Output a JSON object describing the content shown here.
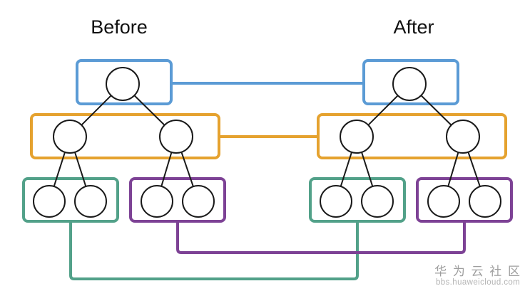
{
  "titles": {
    "before": "Before",
    "after": "After"
  },
  "watermark": {
    "community": "华 为 云 社 区",
    "site": "bbs.huaweicloud.com"
  },
  "colors": {
    "blue": "#5B9BD5",
    "orange": "#E5A22F",
    "teal": "#52A189",
    "purple": "#7D4295",
    "node_stroke": "#1A1A1A",
    "edge_stroke": "#1A1A1A",
    "node_fill": "#FFFFFF",
    "background": "#FFFFFF",
    "title_text": "#111111",
    "watermark_primary": "#9E9E9E",
    "watermark_secondary": "#B5B5B5"
  },
  "diagram": {
    "trees": [
      {
        "id": "before",
        "title": "Before"
      },
      {
        "id": "after",
        "title": "After"
      }
    ],
    "groups": [
      {
        "id": "root-group",
        "color": "blue",
        "nodes": 1
      },
      {
        "id": "internal-group",
        "color": "orange",
        "nodes": 2
      },
      {
        "id": "left-leaf-group",
        "color": "teal",
        "nodes": 2
      },
      {
        "id": "right-leaf-group",
        "color": "purple",
        "nodes": 2
      }
    ],
    "connectors": [
      {
        "id": "root-link",
        "color": "blue",
        "from": "before.root-group",
        "to": "after.root-group"
      },
      {
        "id": "internal-link",
        "color": "orange",
        "from": "before.internal-group",
        "to": "after.internal-group"
      },
      {
        "id": "left-leaf-link",
        "color": "teal",
        "from": "before.left-leaf-group",
        "to": "after.left-leaf-group"
      },
      {
        "id": "right-leaf-link",
        "color": "purple",
        "from": "before.right-leaf-group",
        "to": "after.right-leaf-group"
      }
    ]
  }
}
